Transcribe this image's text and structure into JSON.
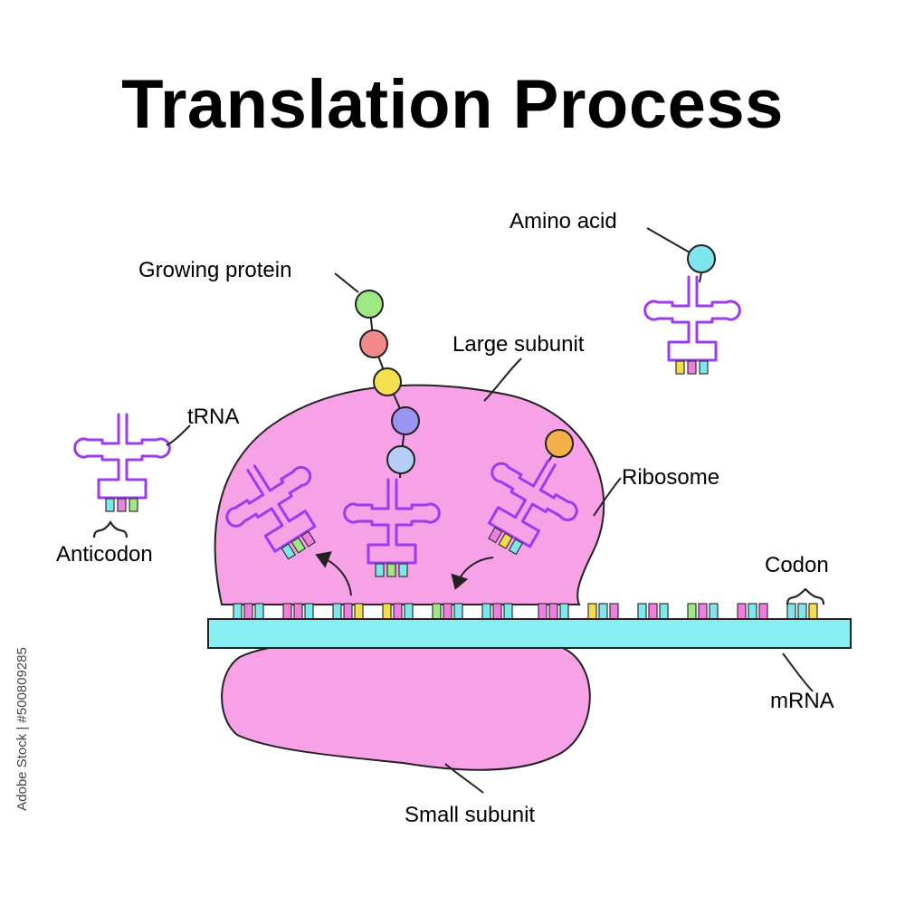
{
  "title": "Translation Process",
  "labels": {
    "amino_acid": "Amino acid",
    "growing_protein": "Growing protein",
    "large_subunit": "Large subunit",
    "trna": "tRNA",
    "ribosome": "Ribosome",
    "anticodon": "Anticodon",
    "codon": "Codon",
    "mrna": "mRNA",
    "small_subunit": "Small subunit"
  },
  "stock_id": "Adobe Stock | #500809285",
  "colors": {
    "ribosome": "#f7a1e6",
    "mrna": "#89eef1",
    "trna": "#9b3cf0",
    "base_cyan": "#7ee6ec",
    "base_magenta": "#ee7fe0",
    "base_yellow": "#f5dc4a",
    "base_green": "#9ee886",
    "amino_green": "#9ee886",
    "amino_red": "#f28a8a",
    "amino_yellow": "#f6e050",
    "amino_violet": "#9a95f0",
    "amino_lightblue": "#b6cdf5",
    "amino_orange": "#f5b04a",
    "amino_cyan": "#7ee6ec"
  }
}
